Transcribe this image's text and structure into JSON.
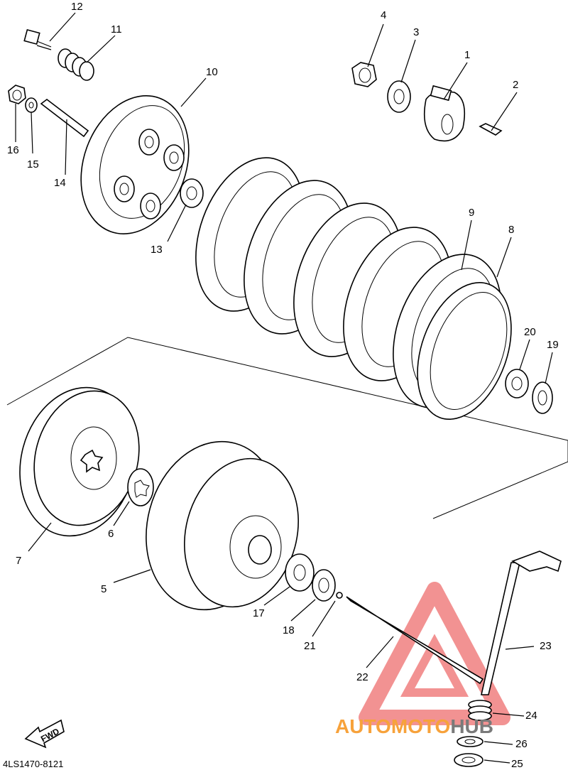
{
  "labels": {
    "p1": "1",
    "p2": "2",
    "p3": "3",
    "p4": "4",
    "p5": "5",
    "p6": "6",
    "p7": "7",
    "p8": "8",
    "p9": "9",
    "p10": "10",
    "p11": "11",
    "p12": "12",
    "p13": "13",
    "p14": "14",
    "p15": "15",
    "p16": "16",
    "p17": "17",
    "p18": "18",
    "p19": "19",
    "p20": "20",
    "p21": "21",
    "p22": "22",
    "p23": "23",
    "p24": "24",
    "p25": "25",
    "p26": "26"
  },
  "fwd_label": "FWD",
  "diagram_code": "4LS1470-8121",
  "watermark": {
    "part1": "AUTOMOTO",
    "part2": "HUB",
    "color1": "#f7a23b",
    "color2": "#7a7a7a",
    "logo_color": "#f08080"
  }
}
